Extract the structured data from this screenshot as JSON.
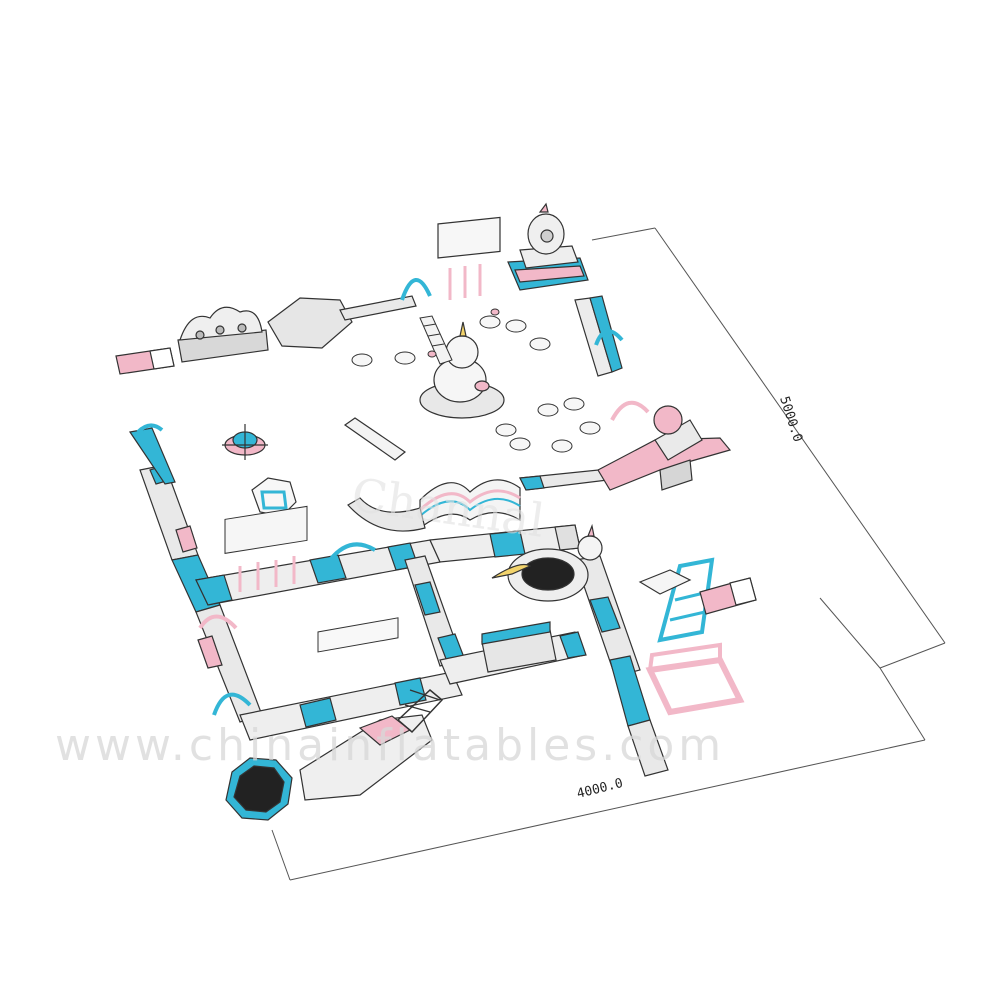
{
  "dimensions": {
    "width_label": "4000.0",
    "depth_label": "5000.0"
  },
  "watermark": {
    "url_text": "www.chinainflatables.com",
    "logo_text": "Channal"
  },
  "colors": {
    "accent_blue": "#33b6d6",
    "dark_blue": "#1f7f99",
    "pink": "#f2b8c8",
    "light_gray": "#e9e9e9",
    "white": "#ffffff",
    "outline": "#333333",
    "trampoline_net": "#222222"
  }
}
